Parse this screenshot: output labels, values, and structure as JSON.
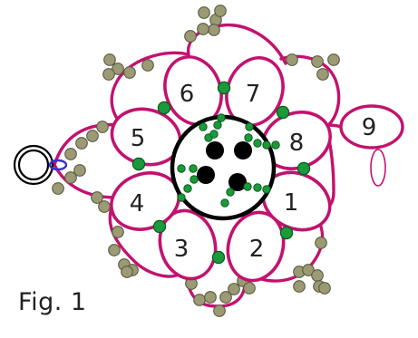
{
  "figure_label": "Fig. 1",
  "ring_labels": [
    "1",
    "2",
    "3",
    "4",
    "5",
    "6",
    "7",
    "8",
    "9"
  ],
  "colors": {
    "thread": "#c2126e",
    "ring_stroke": "#c2126e",
    "ring_fill": "#ffffff",
    "picot_bead": "#9b9a75",
    "picot_bead_stroke": "#5a5a40",
    "accent_bead": "#1a9a3a",
    "accent_bead_stroke": "#0a5a1e",
    "center_circle": "#000000",
    "black_bead": "#000000",
    "jump_ring": "#000000",
    "jump_ring_link": "#3a2fd0",
    "label_text": "#222222"
  },
  "icons": {
    "button": "button-with-four-holes-icon",
    "jump_ring": "jump-ring-icon"
  }
}
